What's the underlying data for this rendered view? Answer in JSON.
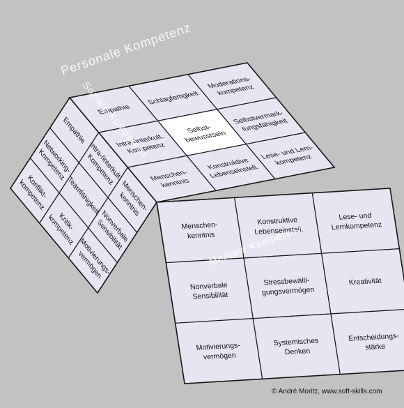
{
  "labels": {
    "personal": "Personale Kompetenz",
    "social": "Soziale Kompetenz",
    "mental": "Mentale Kompetenz"
  },
  "copyright": "© André Moritz, www.soft-skills.com",
  "colors": {
    "background": "#c2c2c2",
    "tile": "#e6e6f2",
    "highlight": "#ffffff",
    "grid": "#1a1a1a",
    "watermark": "#ffffff"
  },
  "top_face": [
    [
      "Empathie",
      "Schlagfertigkeit",
      "Moderations-\nkompetenz"
    ],
    [
      "Intra-/interkult.\nKompetenz",
      "Selbst-\nbewusstsein",
      "Selbstvermark-\ntungsfähigkeit"
    ],
    [
      "Menschen-\nkenntnis",
      "Konstruktive\nLebenseinstell.",
      "Lese- und Lern-\nkompetenz"
    ]
  ],
  "left_face": [
    [
      "Empathie",
      "Intra-/interkult.\nKompetenz",
      "Menschen-\nkenntnis"
    ],
    [
      "Networking-\nKompetenz",
      "Teamfähigkeit",
      "Nonverbale\nSensibilität"
    ],
    [
      "Konflikt-\nkompetenz",
      "Kritik-\nkompetenz",
      "Motivierungs-\nvermögen"
    ]
  ],
  "right_face": [
    [
      "Menschen-\nkenntnis",
      "Konstruktive\nLebenseinstell.",
      "Lese- und\nLernkompetenz"
    ],
    [
      "Nonverbale\nSensibilität",
      "Stressbewälti-\ngungsvermögen",
      "Kreativität"
    ],
    [
      "Motivierungs-\nvermögen",
      "Systemisches\nDenken",
      "Entscheidungs-\nstärke"
    ]
  ]
}
